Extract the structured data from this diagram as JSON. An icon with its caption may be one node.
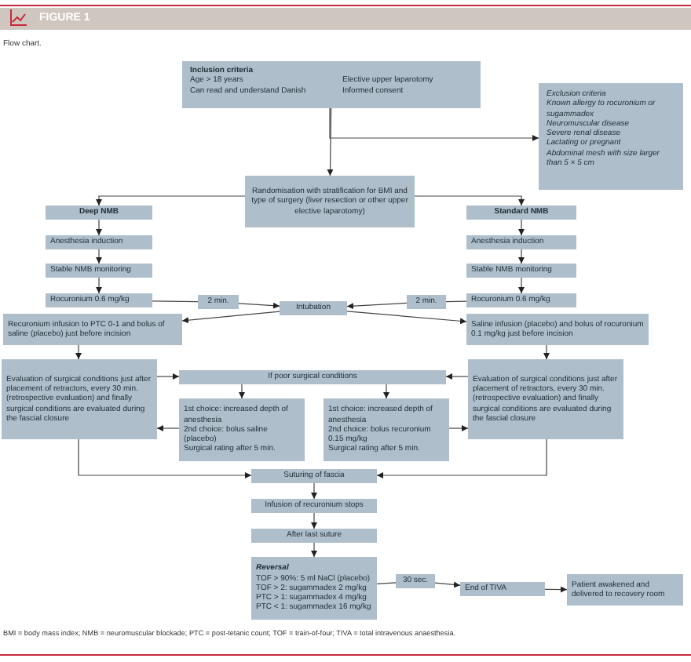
{
  "diagram": {
    "title": "FIGURE 1",
    "caption": "Flow chart.",
    "nodes": [
      {
        "text": [
          "Inclusion criteria",
          "Age > 18 years",
          "Elective upper laparotomy",
          "Can read and understand Danish",
          "Informed consent"
        ]
      },
      {
        "text": [
          "Exclusion criteria",
          "Known allergy to rocuronium or sugammadex",
          "Neuromuscular disease",
          "Severe renal disease",
          "Lactating or pregnant",
          "Abdominal mesh with size larger than 5 × 5 cm"
        ]
      },
      {
        "text": [
          "Randomisation with stratification for BMI and type of surgery (liver resection or other upper elective laparotomy)"
        ]
      },
      {
        "text": [
          "Deep NMB"
        ]
      },
      {
        "text": [
          "Standard NMB"
        ]
      },
      {
        "text": [
          "Anesthesia induction"
        ]
      },
      {
        "text": [
          "Anesthesia induction"
        ]
      },
      {
        "text": [
          "Stable NMB monitoring"
        ]
      },
      {
        "text": [
          "Stable NMB monitoring"
        ]
      },
      {
        "text": [
          "Rocuronium 0.6 mg/kg"
        ]
      },
      {
        "text": [
          "Rocuronium 0.6 mg/kg"
        ]
      },
      {
        "text": [
          "2 min."
        ]
      },
      {
        "text": [
          "Intubation"
        ]
      },
      {
        "text": [
          "2 min."
        ]
      },
      {
        "text": [
          "Recuronium infusion to PTC 0-1 and bolus of saline (placebo) just before incision"
        ]
      },
      {
        "text": [
          "Saline infusion (placebo) and bolus of rocuronium 0.1 mg/kg just before incision"
        ]
      },
      {
        "text": [
          "Evaluation of surgical conditions just after placement of retractors, every 30 min. (retrospective evaluation) and finally surgical conditions are evaluated during the fascial closure"
        ]
      },
      {
        "text": [
          "If poor surgical conditions"
        ]
      },
      {
        "text": [
          "Evaluation of surgical conditions just after placement of retractors, every 30 min. (retrospective evaluation) and finally surgical conditions are evaluated during the fascial closure"
        ]
      },
      {
        "text": [
          "1st choice: increased depth of anesthesia",
          "2nd choice: bolus saline (placebo)",
          "Surgical rating after 5 min."
        ]
      },
      {
        "text": [
          "1st choice: increased depth of anesthesia",
          "2nd choice: bolus recuronium 0.15 mg/kg",
          "Surgical rating after 5 min."
        ]
      },
      {
        "text": [
          "Suturing of fascia"
        ]
      },
      {
        "text": [
          "Infusion of recuronium stops"
        ]
      },
      {
        "text": [
          "After last suture"
        ]
      },
      {
        "text": [
          "Reversal",
          "TOF > 90%: 5 ml NaCl (placebo)",
          "TOF > 2: sugammadex 2 mg/kg",
          "PTC > 1: sugammadex 4 mg/kg",
          "PTC < 1: sugammadex 16 mg/kg"
        ]
      },
      {
        "text": [
          "30 sec."
        ]
      },
      {
        "text": [
          "End of TIVA"
        ]
      },
      {
        "text": [
          "Patient awakened and delivered to recovery room"
        ]
      }
    ],
    "edges": [
      {
        "from": 0,
        "to": 2,
        "arrow": "to"
      },
      {
        "from": 0,
        "to": 1,
        "arrow": "to"
      },
      {
        "from": 2,
        "to": 3,
        "arrow": "to"
      },
      {
        "from": 2,
        "to": 4,
        "arrow": "to"
      },
      {
        "from": 3,
        "to": 5,
        "arrow": "to"
      },
      {
        "from": 5,
        "to": 7,
        "arrow": "to"
      },
      {
        "from": 7,
        "to": 9,
        "arrow": "to"
      },
      {
        "from": 4,
        "to": 6,
        "arrow": "to"
      },
      {
        "from": 6,
        "to": 8,
        "arrow": "to"
      },
      {
        "from": 8,
        "to": 10,
        "arrow": "to"
      },
      {
        "from": 9,
        "to": 11,
        "arrow": "none"
      },
      {
        "from": 11,
        "to": 12,
        "arrow": "to"
      },
      {
        "from": 10,
        "to": 13,
        "arrow": "none"
      },
      {
        "from": 13,
        "to": 12,
        "arrow": "to"
      },
      {
        "from": 12,
        "to": 14,
        "arrow": "to"
      },
      {
        "from": 12,
        "to": 15,
        "arrow": "to"
      },
      {
        "from": 14,
        "to": 16,
        "arrow": "to"
      },
      {
        "from": 15,
        "to": 18,
        "arrow": "to"
      },
      {
        "from": 16,
        "to": 17,
        "arrow": "to"
      },
      {
        "from": 18,
        "to": 17,
        "arrow": "to"
      },
      {
        "from": 17,
        "to": 19,
        "arrow": "to"
      },
      {
        "from": 17,
        "to": 20,
        "arrow": "to"
      },
      {
        "from": 19,
        "to": 16,
        "arrow": "to"
      },
      {
        "from": 20,
        "to": 18,
        "arrow": "to"
      },
      {
        "from": 16,
        "to": 21,
        "arrow": "to"
      },
      {
        "from": 18,
        "to": 21,
        "arrow": "to"
      },
      {
        "from": 21,
        "to": 22,
        "arrow": "to"
      },
      {
        "from": 22,
        "to": 23,
        "arrow": "to"
      },
      {
        "from": 23,
        "to": 24,
        "arrow": "to"
      },
      {
        "from": 24,
        "to": 25,
        "arrow": "none"
      },
      {
        "from": 25,
        "to": 26,
        "arrow": "to"
      },
      {
        "from": 26,
        "to": 27,
        "arrow": "to"
      }
    ],
    "labels": [
      "BMI = body mass index; NMB = neuromuscular blockade; PTC = post-tetanic count; TOF = train-of-four; TIVA = total intravenous anaesthesia."
    ]
  }
}
